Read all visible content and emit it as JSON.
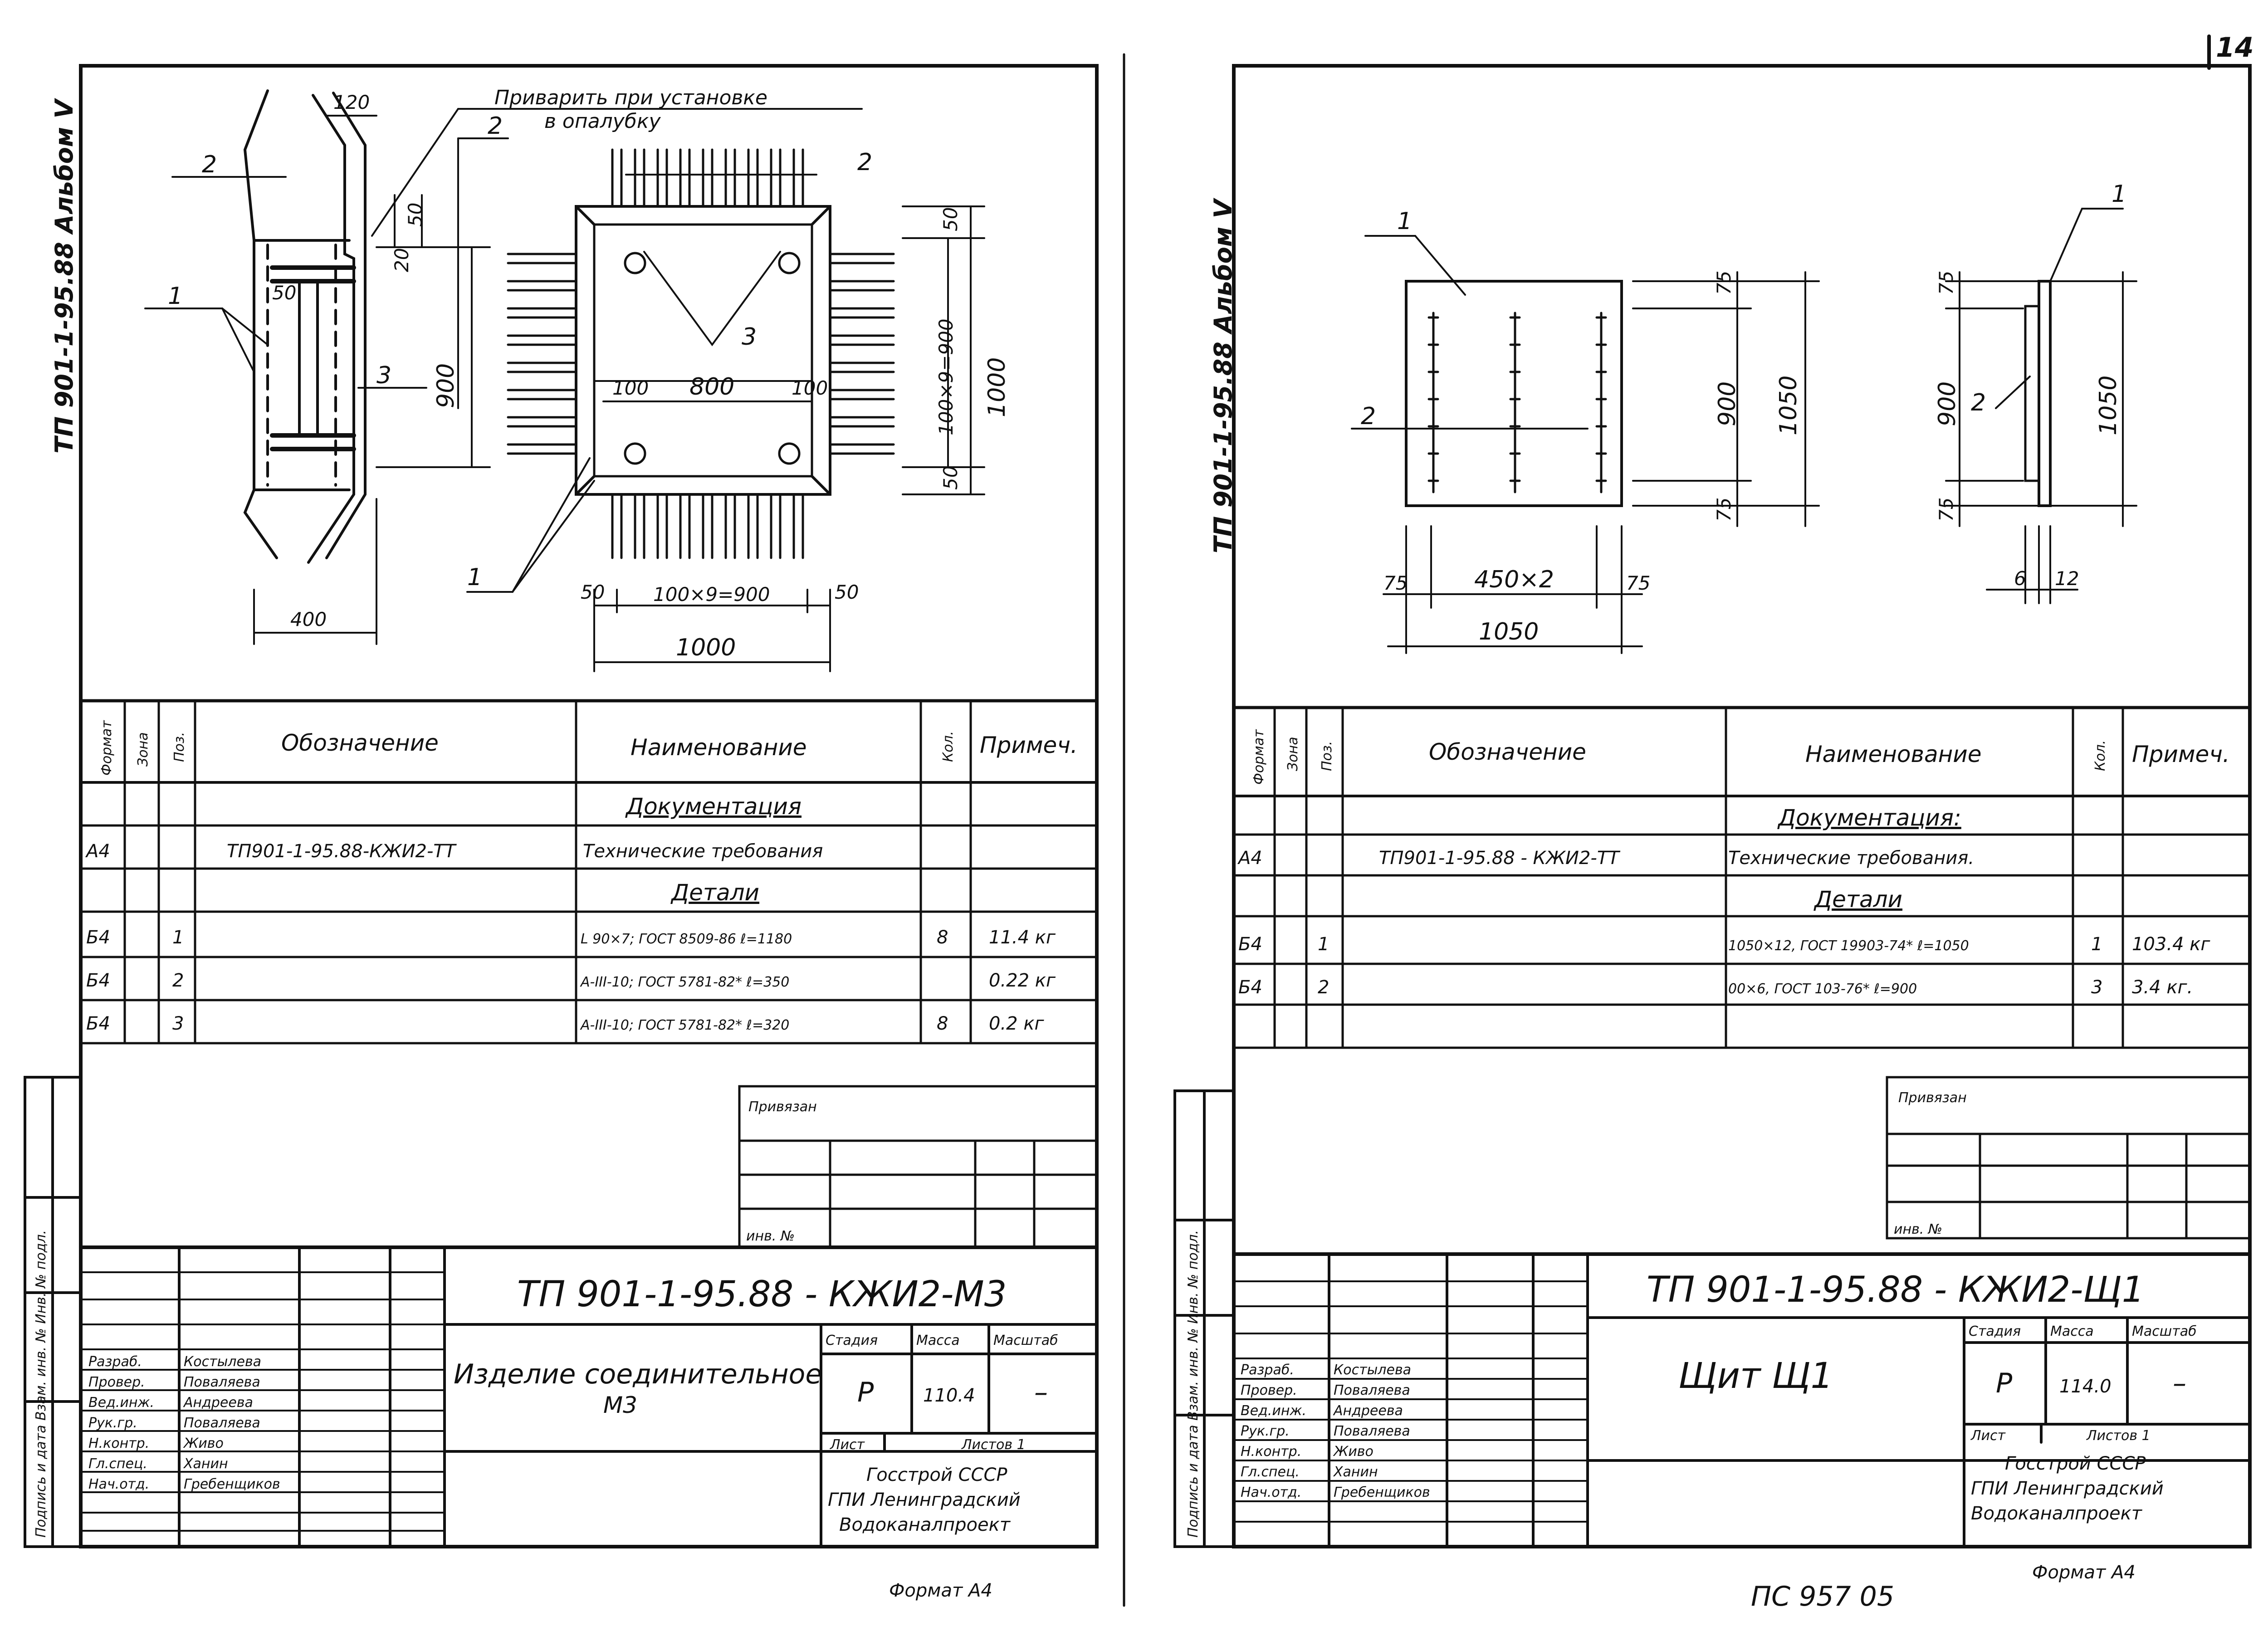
{
  "page_number": "14",
  "bottom_format_left": "Формат А4",
  "bottom_format_right": "Формат А4",
  "bottom_archive_number": "ПС 957 05",
  "left_sheet": {
    "side_code": "ТП 901-1-95.88 Альбом V",
    "weld_note_line1": "Приварить при установке",
    "weld_note_line2": "в опалубку",
    "dims": {
      "d120": "120",
      "d50a": "50",
      "d20": "20",
      "d50b": "50",
      "d900": "900",
      "d400": "400",
      "d100a": "100",
      "d800": "800",
      "d100b": "100",
      "d50c": "50",
      "d100x9v": "100×9=900",
      "d1000v": "1000",
      "d50d": "50",
      "d50e": "50",
      "d100x9h": "100×9=900",
      "d50f": "50",
      "d1000h": "1000"
    },
    "labels": {
      "l1a": "1",
      "l2a": "2",
      "l3a": "3",
      "l2b": "2",
      "l2c": "2",
      "l3b": "3",
      "l1b": "1"
    },
    "spec_headers": {
      "format": "Формат",
      "zone": "Зона",
      "pos": "Поз.",
      "designation": "Обозначение",
      "name": "Наименование",
      "qty": "Кол.",
      "note": "Примеч."
    },
    "spec_rows": [
      {
        "format": "",
        "pos": "",
        "designation": "",
        "name": "Документация",
        "qty": "",
        "note": ""
      },
      {
        "format": "А4",
        "pos": "",
        "designation": "ТП901-1-95.88-КЖИ2-ТТ",
        "name": "Технические требования",
        "qty": "",
        "note": ""
      },
      {
        "format": "",
        "pos": "",
        "designation": "",
        "name": "Детали",
        "qty": "",
        "note": ""
      },
      {
        "format": "Б4",
        "pos": "1",
        "designation": "",
        "name": "L 90×7; ГОСТ 8509-86  ℓ=1180",
        "qty": "8",
        "note": "11.4 кг"
      },
      {
        "format": "Б4",
        "pos": "2",
        "designation": "",
        "name": "А-III-10; ГОСТ 5781-82*  ℓ=350",
        "qty": "",
        "note": "0.22 кг"
      },
      {
        "format": "Б4",
        "pos": "3",
        "designation": "",
        "name": "А-III-10; ГОСТ 5781-82*  ℓ=320",
        "qty": "8",
        "note": "0.2 кг"
      }
    ],
    "privyazan": "Привязан",
    "inv_no": "инв. №",
    "doc_code": "ТП 901-1-95.88 - КЖИ2-М3",
    "item_name_line1": "Изделие соединительное",
    "item_name_line2": "М3",
    "stage_header": "Стадия",
    "mass_header": "Масса",
    "scale_header": "Масштаб",
    "stage": "Р",
    "mass": "110.4",
    "scale": "–",
    "sheet_label": "Лист",
    "sheets_label": "Листов 1",
    "org_line1": "Госстрой СССР",
    "org_line2": "ГПИ Ленинградский",
    "org_line3": "Водоканалпроект",
    "stamp_roles": [
      "Разраб.",
      "Провер.",
      "Вед.инж.",
      "Рук.гр.",
      "Н.контр.",
      "Гл.спец.",
      "Нач.отд."
    ],
    "stamp_names": [
      "Костылева",
      "Поваляева",
      "Андреева",
      "Поваляева",
      "Живо",
      "Ханин",
      "Гребенщиков"
    ],
    "side_stamp": "Подпись и дата   Взам. инв. №   Инв. № подл."
  },
  "right_sheet": {
    "side_code": "ТП 901-1-95.88 Альбом V",
    "dims": {
      "d75a": "75",
      "d900a": "900",
      "d1050a": "1050",
      "d75b": "75",
      "d75c": "75",
      "d450x2": "450×2",
      "d75d": "75",
      "d1050b": "1050",
      "d75e": "75",
      "d900b": "900",
      "d75f": "75",
      "d1050c": "1050",
      "d6": "6",
      "d12": "12"
    },
    "labels": {
      "l1a": "1",
      "l2a": "2",
      "l1b": "1",
      "l2b": "2"
    },
    "spec_headers": {
      "format": "Формат",
      "zone": "Зона",
      "pos": "Поз.",
      "designation": "Обозначение",
      "name": "Наименование",
      "qty": "Кол.",
      "note": "Примеч."
    },
    "spec_rows": [
      {
        "format": "",
        "pos": "",
        "designation": "",
        "name": "Документация:",
        "qty": "",
        "note": ""
      },
      {
        "format": "А4",
        "pos": "",
        "designation": "ТП901-1-95.88 - КЖИ2-ТТ",
        "name": "Технические требования.",
        "qty": "",
        "note": ""
      },
      {
        "format": "",
        "pos": "",
        "designation": "",
        "name": "Детали",
        "qty": "",
        "note": ""
      },
      {
        "format": "Б4",
        "pos": "1",
        "designation": "",
        "name": "1050×12, ГОСТ 19903-74* ℓ=1050",
        "qty": "1",
        "note": "103.4 кг"
      },
      {
        "format": "Б4",
        "pos": "2",
        "designation": "",
        "name": "00×6,  ГОСТ 103-76*  ℓ=900",
        "qty": "3",
        "note": "3.4 кг."
      }
    ],
    "privyazan": "Привязан",
    "inv_no": "инв. №",
    "doc_code": "ТП 901-1-95.88 - КЖИ2-Щ1",
    "item_name": "Щит Щ1",
    "stage_header": "Стадия",
    "mass_header": "Масса",
    "scale_header": "Масштаб",
    "stage": "Р",
    "mass": "114.0",
    "scale": "–",
    "sheet_label": "Лист",
    "sheets_label": "Листов 1",
    "org_line1": "Госстрой СССР",
    "org_line2": "ГПИ Ленинградский",
    "org_line3": "Водоканалпроект",
    "stamp_roles": [
      "Разраб.",
      "Провер.",
      "Вед.инж.",
      "Рук.гр.",
      "Н.контр.",
      "Гл.спец.",
      "Нач.отд."
    ],
    "stamp_names": [
      "Костылева",
      "Поваляева",
      "Андреева",
      "Поваляева",
      "Живо",
      "Ханин",
      "Гребенщиков"
    ],
    "side_stamp": "Подпись и дата   Взам. инв. №   Инв. № подл."
  }
}
